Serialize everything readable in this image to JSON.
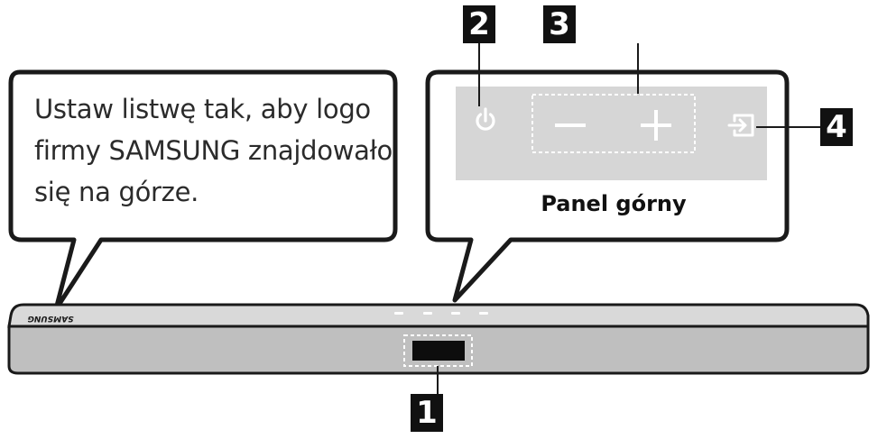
{
  "callout": {
    "lines": [
      "Ustaw listwę tak, aby logo",
      "firmy SAMSUNG znajdowało",
      "się na górze."
    ]
  },
  "top_panel": {
    "caption": "Panel górny",
    "icons": [
      "power-icon",
      "minus-icon",
      "plus-icon",
      "input-icon"
    ]
  },
  "soundbar": {
    "logo_text": "SAMSUNG"
  },
  "badges": {
    "one": "1",
    "two": "2",
    "three": "3",
    "four": "4"
  },
  "colors": {
    "panel": "#d6d6d6",
    "soundbar_front": "#bfbfbf",
    "soundbar_top": "#d9d9d9",
    "outline": "#1a1a1a"
  }
}
